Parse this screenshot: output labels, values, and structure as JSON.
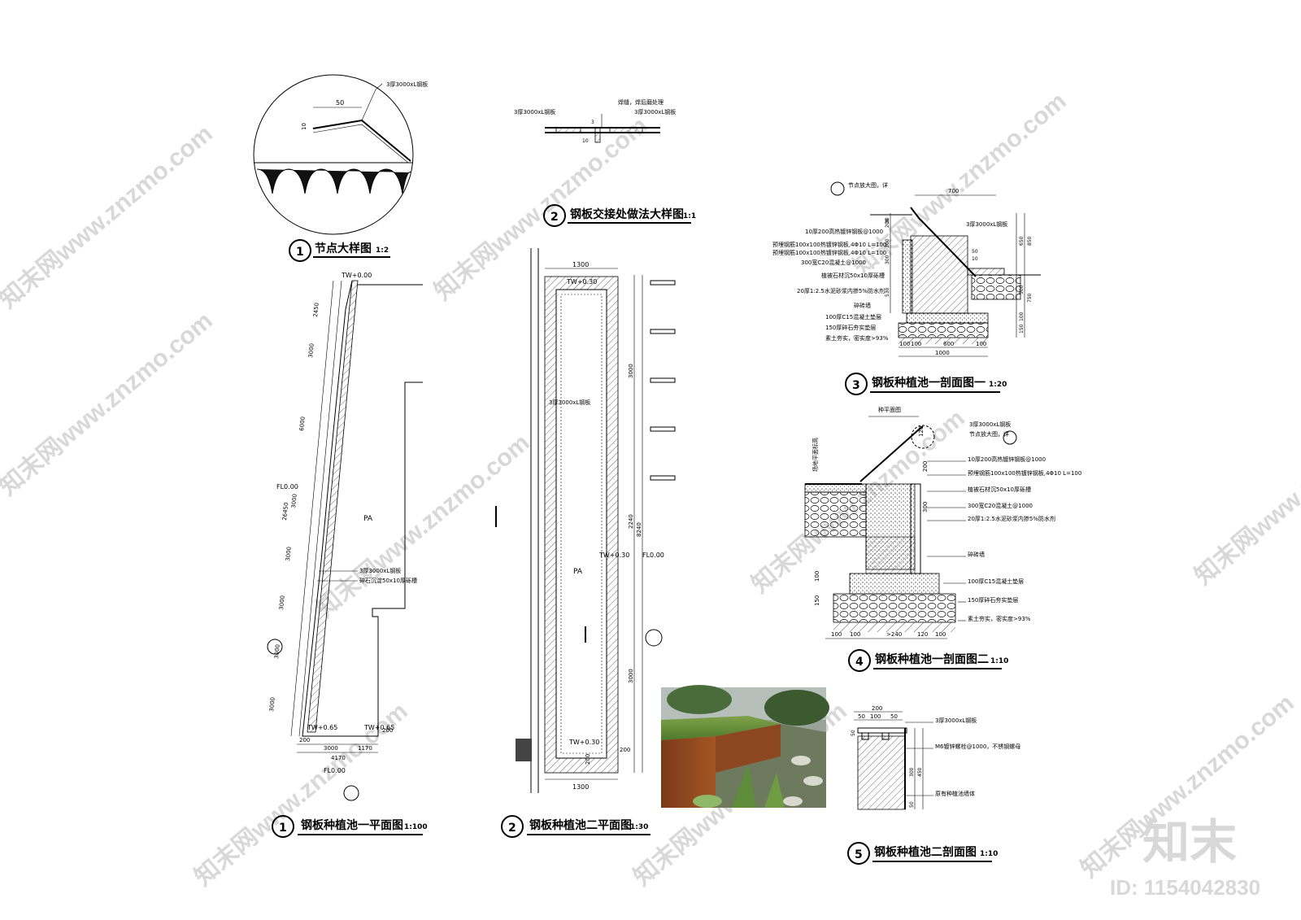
{
  "titles": {
    "t1": {
      "num": "1",
      "label": "节点大样图",
      "scale": "1:2"
    },
    "t2": {
      "num": "2",
      "label": "钢板交接处做法大样图",
      "scale": "1:1"
    },
    "t3": {
      "num": "3",
      "label": "钢板种植池一剖面图一",
      "scale": "1:20"
    },
    "t4": {
      "num": "4",
      "label": "钢板种植池一剖面图二",
      "scale": "1:10"
    },
    "t5": {
      "num": "1",
      "label": "钢板种植池一平面图",
      "scale": "1:100"
    },
    "t6": {
      "num": "2",
      "label": "钢板种植池二平面图",
      "scale": "1:30"
    },
    "t7": {
      "num": "5",
      "label": "钢板种植池二剖面图",
      "scale": "1:10"
    }
  },
  "detail1": {
    "dim50": "50",
    "dim10": "10",
    "plate": "3厚3000xL钢板"
  },
  "detail2": {
    "left": "3厚3000xL钢板",
    "mid": "焊缝，焊后磨处理",
    "right": "3厚3000xL钢板",
    "dim10": "10",
    "dim3": "3"
  },
  "plan1": {
    "tw0": "TW+0.00",
    "fl1": "FL0.00",
    "fl2": "FL0.00",
    "pa": "PA",
    "tw65a": "TW+0.65",
    "tw65b": "TW+0.65",
    "d2450": "2450",
    "d3000a": "3000",
    "d6000": "6000",
    "d26450": "26450",
    "d3000b": "3000",
    "d3000c": "3000",
    "d3000d": "3000",
    "d3000e": "3000",
    "d3000f": "3000",
    "d200": "200",
    "d3000w": "3000",
    "d1170": "1170",
    "d4170": "4170",
    "d200b": "200",
    "plate": "3厚3000xL钢板",
    "stone": "碎石沉淀50x10厚砾槽"
  },
  "plan2": {
    "d1300t": "1300",
    "d1300b": "1300",
    "tw30a": "TW+0.30",
    "tw30b": "TW+0.30",
    "tw30c": "TW+0.30",
    "fl": "FL0.00",
    "pa": "PA",
    "plate": "3厚3000xL钢板",
    "d3000a": "3000",
    "d2240": "2240",
    "d8240": "8240",
    "d3000b": "3000",
    "d200a": "200",
    "d200b": "200"
  },
  "sec1": {
    "tag": "节点放大图，详",
    "d700": "700",
    "plate": "3厚3000xL钢板",
    "labels": [
      "10厚200高热镀锌钢板@1000",
      "预埋钢筋100x100热镀锌钢板,4Φ10 L=100",
      "预埋钢筋100x100热镀锌钢板,4Φ10 L=100",
      "300宽C20混凝土@1000",
      "植被石材沉50x10厚砾槽",
      "20厚1:2.5水泥砂浆内掺5%防水剂",
      "碎砖墙",
      "100厚C15混凝土垫层",
      "150厚碎石夯实垫层",
      "素土夯实，密实度>93%"
    ],
    "dims_l": [
      "200",
      "300",
      "300",
      "30",
      "530"
    ],
    "dims_r": [
      "650",
      "850",
      "500",
      "750",
      "150",
      "100"
    ],
    "d50": "50",
    "d10": "10",
    "dims_b": [
      "100",
      "100",
      "600",
      "100"
    ],
    "d1000": "1000"
  },
  "sec2": {
    "top": "种平面图",
    "plate": "3厚3000xL钢板",
    "tag": "节点放大图，详",
    "side": "场地平面标高",
    "labels": [
      "10厚200高热镀锌钢板@1000",
      "预埋钢筋100x100热镀锌钢板,4Φ10 L=100",
      "植被石材沉50x10厚砾槽",
      "300宽C20混凝土@1000",
      "20厚1:2.5水泥砂浆内掺5%防水剂",
      "碎砖墙",
      "100厚C15混凝土垫层",
      "150厚碎石夯实垫层",
      "素土夯实，密实度>93%"
    ],
    "dims_l": [
      "100",
      "150"
    ],
    "dims_r": [
      "200",
      "300"
    ],
    "d120": "120",
    "dims_b": [
      "100",
      "100",
      ">240",
      "120",
      "100"
    ]
  },
  "sec3": {
    "d200": "200",
    "d50a": "50",
    "d100": "100",
    "d50b": "50",
    "plate": "3厚3000xL钢板",
    "bolt": "M6镀锌螺栓@1000，不锈钢螺母",
    "bottom": "原有种植池墙体",
    "dims": [
      "50",
      "300",
      "450",
      "50"
    ]
  },
  "watermark": {
    "text": "知末网www.znzmo.com",
    "brand": "知末",
    "id": "ID: 1154042830"
  },
  "photo": {
    "desc": ""
  }
}
